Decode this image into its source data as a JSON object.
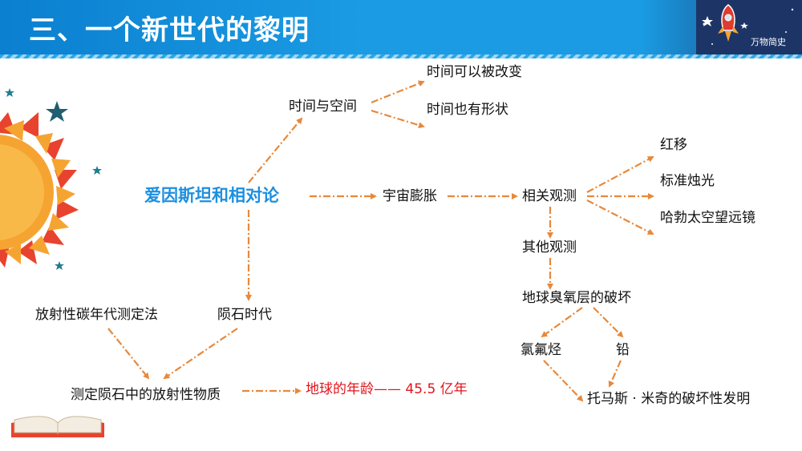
{
  "header": {
    "title": "三、一个新世代的黎明",
    "brand": "万物简史"
  },
  "nodes": {
    "root": "爱因斯坦和相对论",
    "space_time": "时间与空间",
    "time_changeable": "时间可以被改变",
    "time_shape": "时间也有形状",
    "expansion": "宇宙膨胀",
    "related_obs": "相关观测",
    "redshift": "红移",
    "standard_candle": "标准烛光",
    "hubble": "哈勃太空望远镜",
    "other_obs": "其他观测",
    "ozone": "地球臭氧层的破坏",
    "cfc": "氯氟烃",
    "lead": "铅",
    "midgley": "托马斯 · 米奇的破坏性发明",
    "meteorite_age": "陨石时代",
    "carbon_dating": "放射性碳年代测定法",
    "radioactive": "测定陨石中的放射性物质",
    "earth_age": "地球的年龄—— 45.5 亿年"
  },
  "colors": {
    "header_blue": "#1a9be3",
    "root_text": "#1d8fe0",
    "arrow": "#e8883a",
    "highlight_red": "#e3141c",
    "sun_orange": "#f6a431",
    "sun_red": "#e8432e",
    "star_teal": "#1e7d8e"
  }
}
